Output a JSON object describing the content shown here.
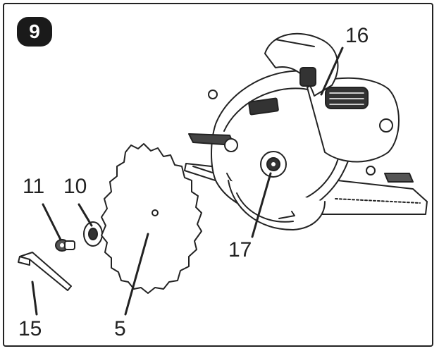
{
  "figure": {
    "number": "9",
    "callouts": {
      "c16": "16",
      "c11": "11",
      "c10": "10",
      "c17": "17",
      "c15": "15",
      "c5": "5"
    },
    "colors": {
      "ink": "#222222",
      "badge_bg": "#1a1a1a",
      "badge_text": "#ffffff",
      "background": "#ffffff"
    }
  }
}
